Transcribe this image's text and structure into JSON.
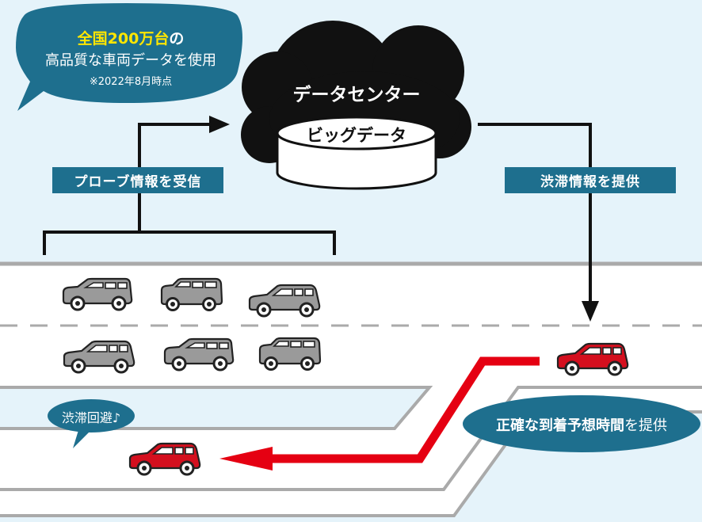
{
  "stats_bubble": {
    "highlight": "全国200万台",
    "highlight_suffix": "の",
    "line2": "高品質な車両データを使用",
    "note": "※2022年8月時点"
  },
  "cloud": {
    "title": "データセンター",
    "drum_label": "ビッグデータ"
  },
  "probe_tag": "プローブ情報を受信",
  "traffic_tag": "渋滞情報を提供",
  "avoid_bubble": "渋滞回避♪",
  "eta_bubble": {
    "bold": "正確な到着予想時間",
    "suffix": "を提供"
  },
  "colors": {
    "sky": "#e5f3fa",
    "bubble": "#1e6f8e",
    "highlight": "#ffe600",
    "cloud": "#111111",
    "route": "#e50012",
    "car_gray": "#9a9a9a",
    "car_red": "#d40f1e",
    "road_line": "#aaaaaa"
  }
}
